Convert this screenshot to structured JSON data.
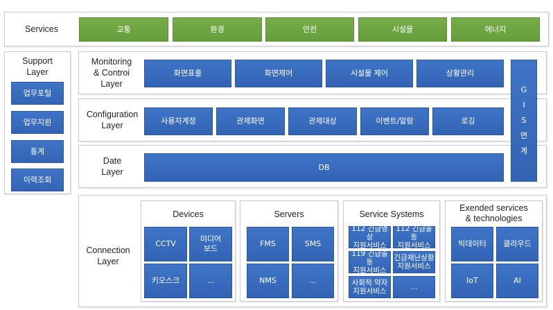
{
  "services": {
    "label": "Services",
    "items": [
      "교통",
      "환경",
      "안전",
      "시설물",
      "에너지"
    ]
  },
  "support": {
    "label": "Support\nLayer",
    "items": [
      "업무포털",
      "업무지원",
      "통계",
      "이력조회"
    ]
  },
  "monitoring": {
    "label": "Monitoring\n& Controi\nLayer",
    "items": [
      "화면표출",
      "화면제어",
      "시설물 제어",
      "상황관리"
    ]
  },
  "configuration": {
    "label": "Configuration\nLayer",
    "items": [
      "사용자계정",
      "관제화면",
      "관제대상",
      "이벤트/알람",
      "로깅"
    ]
  },
  "date": {
    "label": "Date\nLayer",
    "db": "DB"
  },
  "gis": [
    "G",
    "I",
    "S",
    "연",
    "계"
  ],
  "connection": {
    "label": "Connection\nLayer",
    "devices": {
      "title": "Devices",
      "items": [
        "CCTV",
        "미디어\n보드",
        "키오스크",
        "..."
      ]
    },
    "servers": {
      "title": "Servers",
      "items": [
        "FMS",
        "SMS",
        "NMS",
        "..."
      ]
    },
    "service_systems": {
      "title": "Service Systems",
      "items": [
        "112 긴급영상\n지원서비스",
        "112 긴급출동\n지원서비스",
        "119 긴급출동\n지원서비스",
        "긴급재난상황\n지원서비스",
        "사회적 약자\n지원서비스",
        "..."
      ]
    },
    "extended": {
      "title": "Exended services\n& technologies",
      "items": [
        "빅데이터",
        "클라우드",
        "IoT",
        "AI"
      ]
    }
  }
}
